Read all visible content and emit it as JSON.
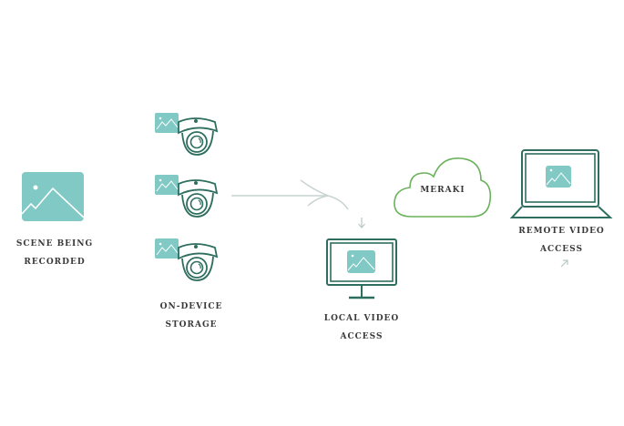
{
  "colors": {
    "teal_fill": "#80c9c5",
    "dark_green_stroke": "#2e6e5e",
    "cloud_stroke": "#6ab25a",
    "arrow_stroke": "#c9d4d2",
    "label_text": "#3a3a3a"
  },
  "nodes": {
    "scene": {
      "label_line1": "SCENE BEING",
      "label_line2": "RECORDED",
      "icon": "image-icon"
    },
    "storage": {
      "label_line1": "ON-DEVICE",
      "label_line2": "STORAGE",
      "icon": "dome-camera-icon",
      "camera_count": 3
    },
    "local": {
      "label_line1": "LOCAL VIDEO",
      "label_line2": "ACCESS",
      "icon": "monitor-icon"
    },
    "cloud": {
      "label": "MERAKI",
      "icon": "cloud-icon"
    },
    "remote": {
      "label_line1": "REMOTE VIDEO",
      "label_line2": "ACCESS",
      "icon": "laptop-icon"
    }
  },
  "connectors": [
    {
      "from": "storage",
      "to": "local",
      "type": "split-arrow"
    },
    {
      "from": "local",
      "to": "local",
      "type": "down-arrow"
    },
    {
      "from": "cloud",
      "to": "remote",
      "type": "up-right-arrow"
    }
  ]
}
